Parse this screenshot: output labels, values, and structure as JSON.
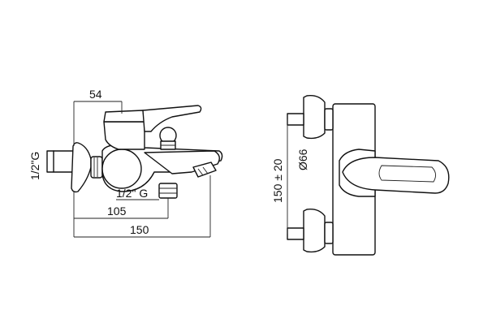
{
  "side_view": {
    "dim_top": "54",
    "dim_inlet_thread": "1/2\"G",
    "dim_outlet_thread": "1/2\" G",
    "dim_mid": "105",
    "dim_total": "150"
  },
  "front_view": {
    "dim_centers": "150 ± 20",
    "dim_diameter": "Ø66"
  }
}
